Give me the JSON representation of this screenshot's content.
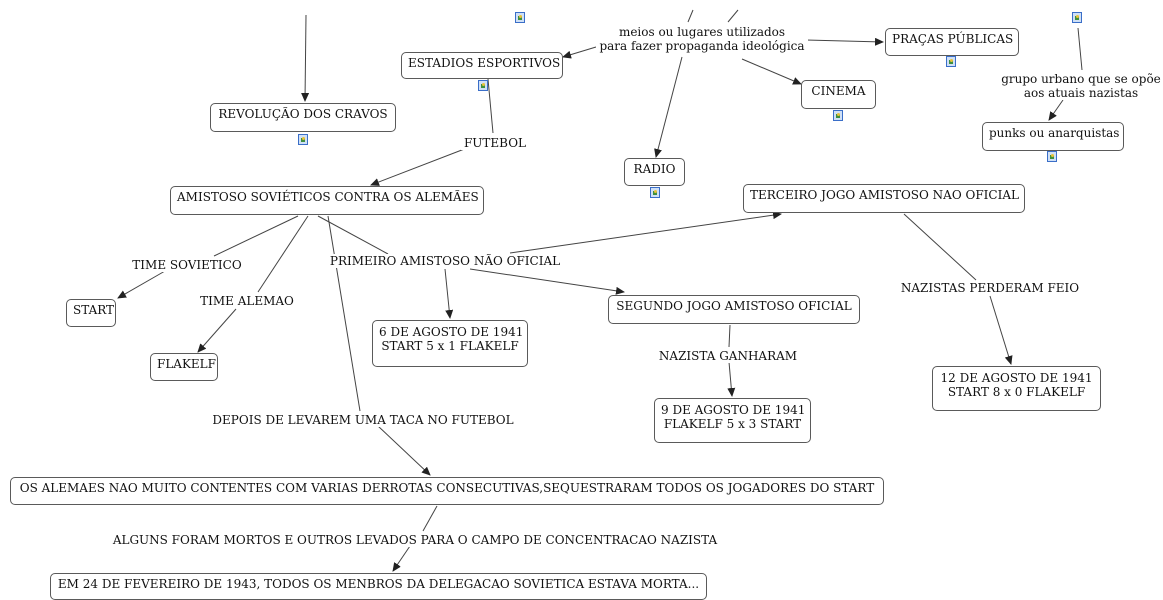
{
  "nodes": {
    "estadios": "ESTADIOS ESPORTIVOS",
    "pracas": "PRAÇAS PÚBLICAS",
    "cinema": "CINEMA",
    "radio": "RADIO",
    "revolucao": "REVOLUÇÃO DOS CRAVOS",
    "punks": "punks ou anarquistas",
    "amistoso": "AMISTOSO SOVIÉTICOS CONTRA OS ALEMÃES",
    "terceiro": "TERCEIRO JOGO AMISTOSO NAO OFICIAL",
    "start": "START",
    "flakelf": "FLAKELF",
    "agosto6_date": "6 DE AGOSTO DE 1941",
    "agosto6_score": "START 5 x 1 FLAKELF",
    "segundo": "SEGUNDO JOGO AMISTOSO OFICIAL",
    "agosto12_date": "12 DE AGOSTO DE 1941",
    "agosto12_score": "START 8 x 0 FLAKELF",
    "agosto9_date": "9 DE AGOSTO DE 1941",
    "agosto9_score": "FLAKELF 5 x 3 START",
    "alemaes": "OS ALEMAES NAO MUITO CONTENTES COM VARIAS DERROTAS CONSECUTIVAS,SEQUESTRARAM TODOS OS JOGADORES DO START",
    "fevereiro": "EM 24 DE FEVEREIRO DE 1943, TODOS OS MENBROS DA DELEGACAO SOVIETICA ESTAVA MORTA..."
  },
  "labels": {
    "meios_1": "meios ou lugares utilizados",
    "meios_2": "para fazer propaganda ideológica",
    "grupo_1": "grupo urbano que se opõe",
    "grupo_2": "aos atuais nazistas",
    "futebol": "FUTEBOL",
    "time_sovietico": "TIME SOVIETICO",
    "time_alemao": "TIME ALEMAO",
    "primeiro": "PRIMEIRO AMISTOSO NÃO OFICIAL",
    "nazistas_perderam": "NAZISTAS PERDERAM FEIO",
    "nazista_ganharam": "NAZISTA GANHARAM",
    "depois": "DEPOIS DE LEVAREM UMA TACA NO FUTEBOL",
    "alguns": "ALGUNS FORAM MORTOS E OUTROS LEVADOS PARA O CAMPO DE CONCENTRACAO NAZISTA"
  },
  "icons": [
    "image-icon"
  ],
  "colors": {
    "border": "#5a5a5a",
    "line": "#444444",
    "icon": "#3a6ec8"
  }
}
